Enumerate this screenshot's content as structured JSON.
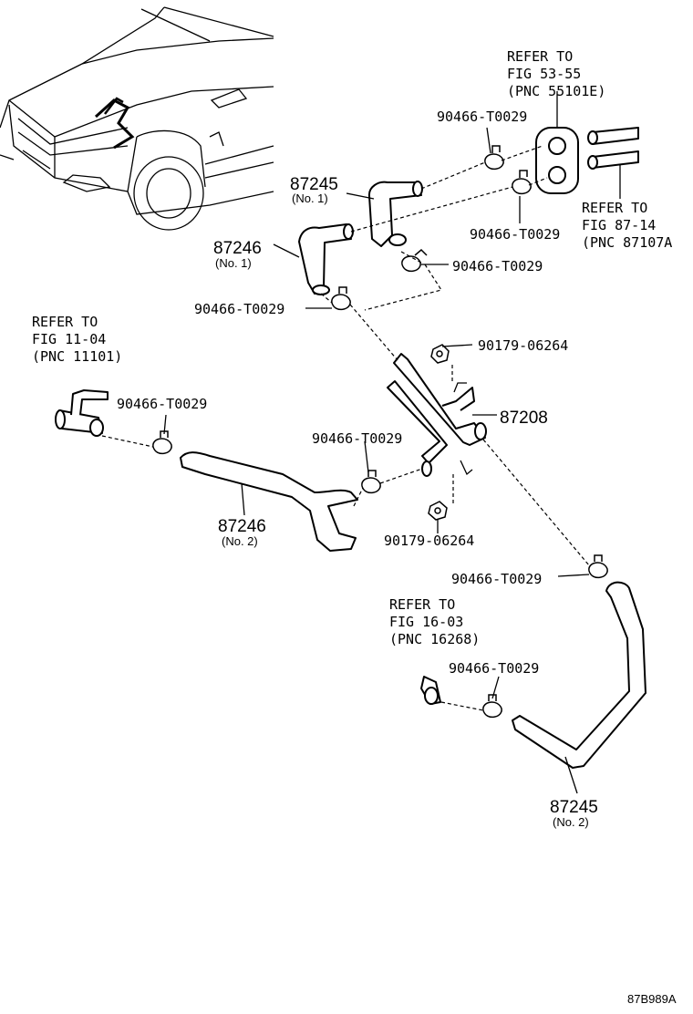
{
  "labels": {
    "refer_top": [
      "REFER TO",
      "FIG 53-55",
      "(PNC 55101E)"
    ],
    "refer_right": [
      "REFER TO",
      "FIG 87-14",
      "(PNC 87107A"
    ],
    "refer_left": [
      "REFER TO",
      "FIG 11-04",
      "(PNC 11101)"
    ],
    "refer_mid": [
      "REFER TO",
      "FIG 16-03",
      "(PNC 16268)"
    ],
    "clip_90466": "90466-T0029",
    "bolt_90179": "90179-06264",
    "part_87245": "87245",
    "part_87246": "87246",
    "part_87208": "87208",
    "no1": "(No. 1)",
    "no2": "(No. 2)",
    "diagram_code": "87B989A"
  }
}
